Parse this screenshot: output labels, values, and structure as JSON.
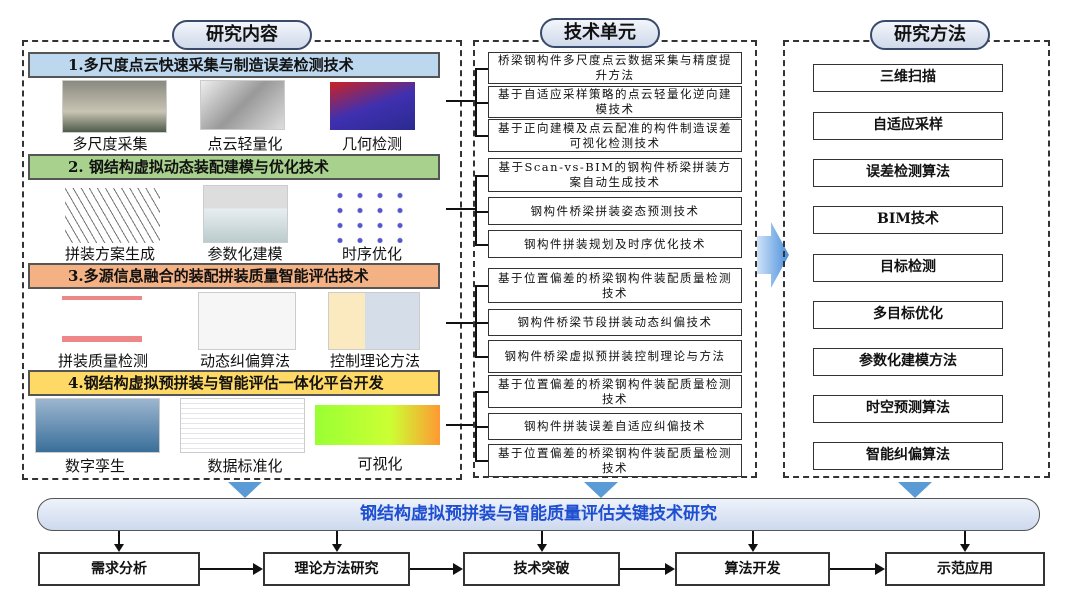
{
  "left": {
    "title": "研究内容",
    "sections": [
      {
        "label": "1.多尺度点云快速采集与制造误差检测技术",
        "color": "#bdd7ee",
        "captions": [
          "多尺度采集",
          "点云轻量化",
          "几何检测"
        ]
      },
      {
        "label": "2. 钢结构虚拟动态装配建模与优化技术",
        "color": "#a9d18e",
        "captions": [
          "拼装方案生成",
          "参数化建模",
          "时序优化"
        ]
      },
      {
        "label": "3.多源信息融合的装配拼装质量智能评估技术",
        "color": "#f4b183",
        "captions": [
          "拼装质量检测",
          "动态纠偏算法",
          "控制理论方法"
        ]
      },
      {
        "label": "4.钢结构虚拟预拼装与智能评估一体化平台开发",
        "color": "#ffd966",
        "captions": [
          "数字孪生",
          "数据标准化",
          "可视化"
        ]
      }
    ]
  },
  "middle": {
    "title": "技术单元",
    "units": [
      "桥梁钢构件多尺度点云数据采集与精度提升方法",
      "基于自适应采样策略的点云轻量化逆向建模技术",
      "基于正向建模及点云配准的构件制造误差可视化检测技术",
      "基于Scan-vs-BIM的钢构件桥梁拼装方案自动生成技术",
      "钢构件桥梁拼装姿态预测技术",
      "钢构件拼装规划及时序优化技术",
      "基于位置偏差的桥梁钢构件装配质量检测技术",
      "钢构件桥梁节段拼装动态纠偏技术",
      "钢构件桥梁虚拟预拼装控制理论与方法",
      "基于位置偏差的桥梁钢构件装配质量检测技术",
      "钢构件拼装误差自适应纠偏技术",
      "基于位置偏差的桥梁钢构件装配质量检测技术"
    ]
  },
  "right": {
    "title": "研究方法",
    "methods": [
      "三维扫描",
      "自适应采样",
      "误差检测算法",
      "BIM技术",
      "目标检测",
      "多目标优化",
      "参数化建模方法",
      "时空预测算法",
      "智能纠偏算法"
    ]
  },
  "banner": {
    "title": "钢结构虚拟预拼装与智能质量评估关键技术研究",
    "color": "#1f4fd1"
  },
  "steps": [
    "需求分析",
    "理论方法研究",
    "技术突破",
    "算法开发",
    "示范应用"
  ]
}
